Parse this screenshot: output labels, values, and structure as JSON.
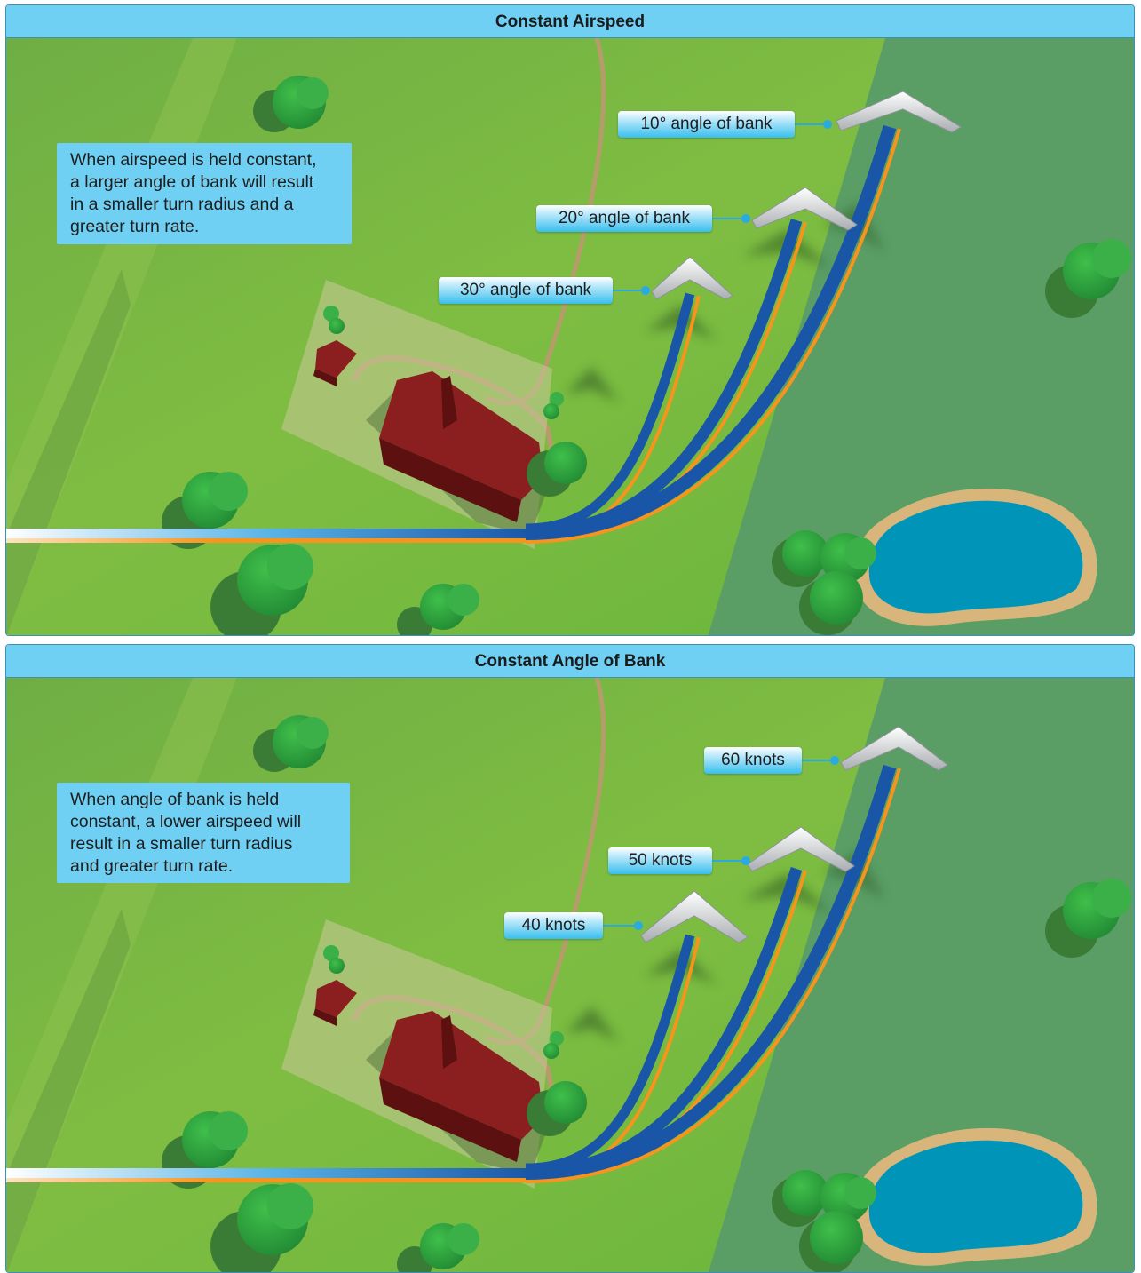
{
  "panels": [
    {
      "title": "Constant Airspeed",
      "note": "When airspeed is held constant,\na larger angle of bank will result\nin a smaller turn radius and a\ngreater turn rate.",
      "labels": [
        "10° angle of bank",
        "20° angle of bank",
        "30° angle of bank"
      ]
    },
    {
      "title": "Constant Angle of Bank",
      "note": "When angle of bank is held\nconstant, a lower airspeed will\nresult in a smaller turn radius\nand greater turn rate.",
      "labels": [
        "60 knots",
        "50 knots",
        "40 knots"
      ]
    }
  ],
  "colors": {
    "header": "#6fd0f3",
    "grass_light": "#8cc63f",
    "grass_dark": "#5b9e64",
    "water": "#0095b8",
    "house_roof": "#8b1f1f",
    "track_blue": "#1a56a7",
    "track_orange": "#f7941d"
  }
}
